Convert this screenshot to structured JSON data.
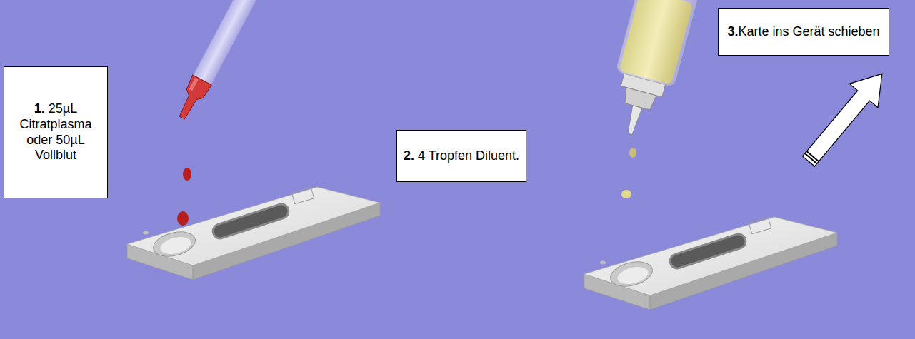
{
  "diagram": {
    "nodes": [
      {
        "text": [
          "1.",
          "25µL Citratplasma oder 50µL Vollblut"
        ]
      },
      {
        "text": [
          "2.",
          "4 Tropfen Diluent."
        ]
      },
      {
        "text": [
          "3.",
          "Karte ins Gerät schieben"
        ]
      }
    ]
  }
}
